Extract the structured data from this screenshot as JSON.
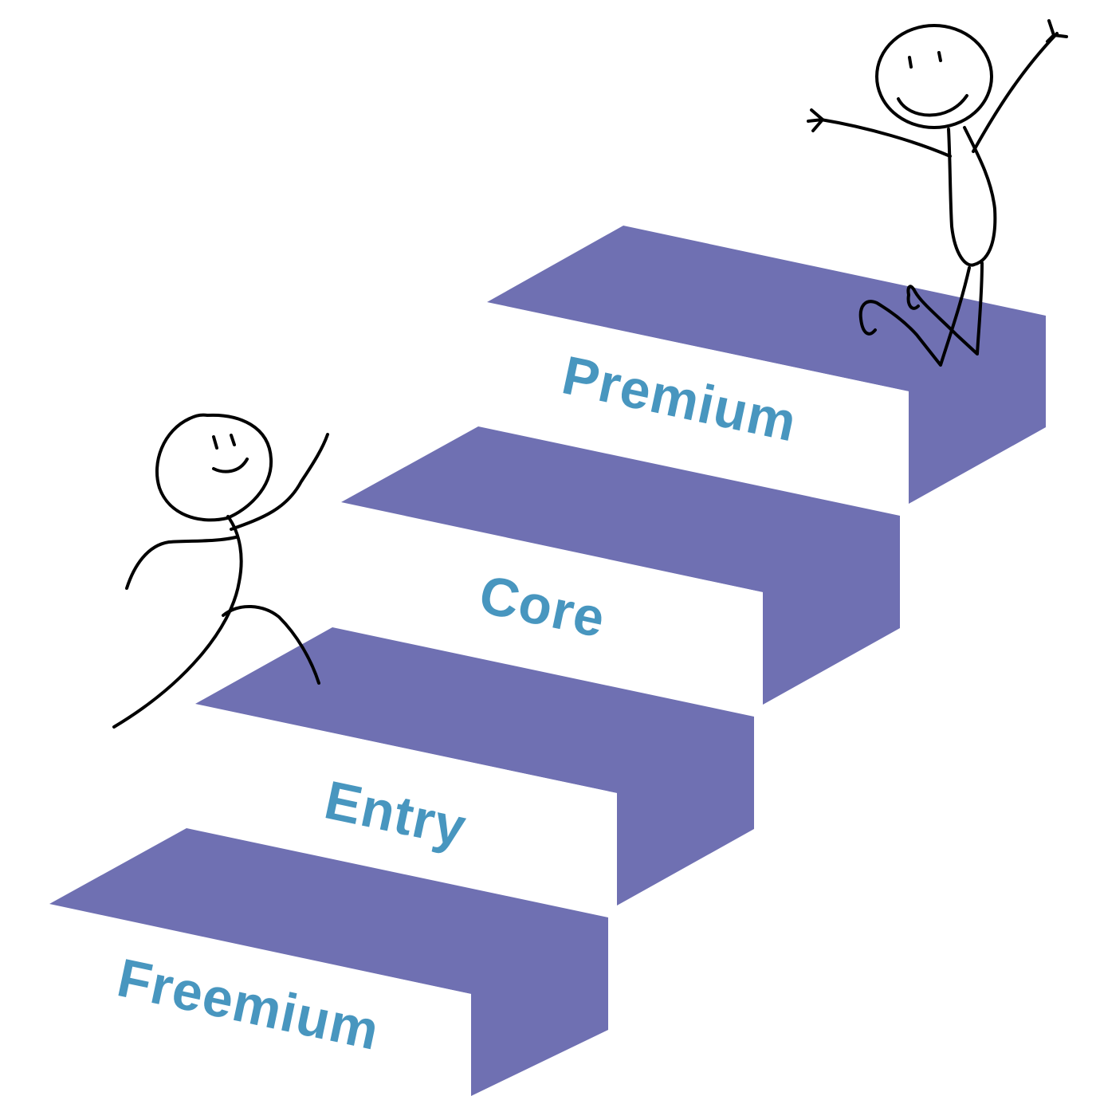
{
  "colors": {
    "step_top": "#6f70b2",
    "step_front": "#ffffff",
    "label": "#4896bf",
    "line": "#000000"
  },
  "steps": [
    {
      "label": "Freemium"
    },
    {
      "label": "Entry"
    },
    {
      "label": "Core"
    },
    {
      "label": "Premium"
    }
  ],
  "figures": [
    {
      "name": "climbing-stick-figure",
      "pose": "running"
    },
    {
      "name": "celebrating-stick-figure",
      "pose": "cheering"
    }
  ]
}
